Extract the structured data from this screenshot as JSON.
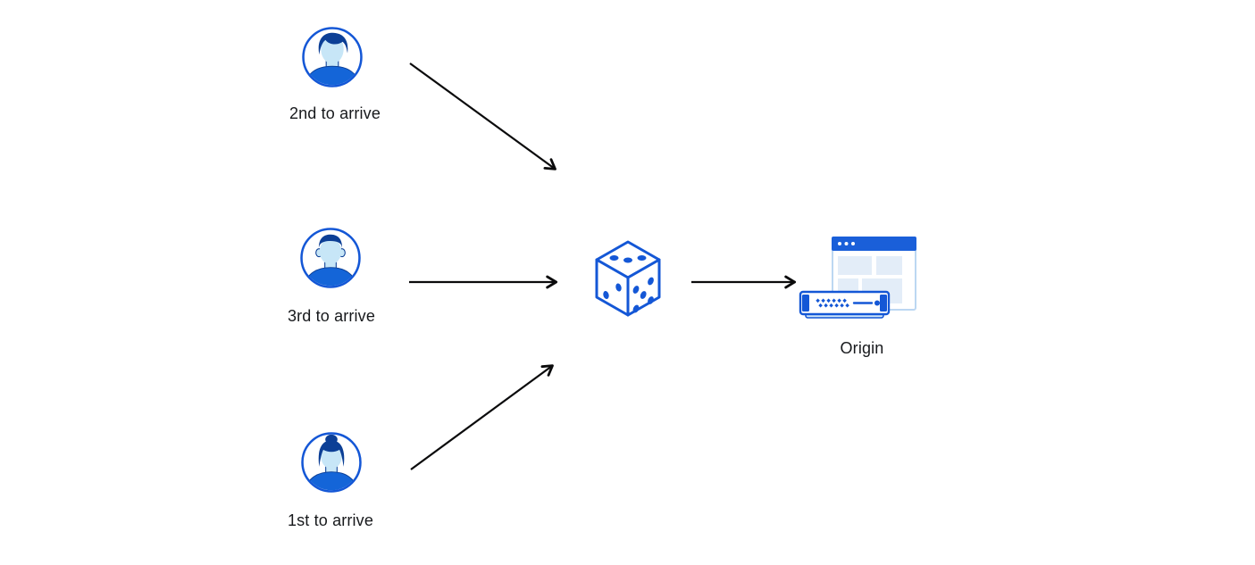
{
  "page": {
    "background": "#ffffff"
  },
  "colors": {
    "background": "#ffffff",
    "accent": "#1457d6",
    "dark_hair": "#0c3f96",
    "face": "#c7e6f7",
    "shirt": "#1465d8",
    "titlebar": "#1a5fd9",
    "window_border": "#bcd7f2",
    "pale_block": "#e3edf8",
    "server_base": "#cfe6f8",
    "arrow": "#0b0b0c",
    "label_text": "#17191c"
  },
  "icons": {
    "visitor_top": "user-avatar-male-icon",
    "visitor_middle": "user-avatar-male-icon",
    "visitor_bottom": "user-avatar-female-icon",
    "randomizer": "dice-icon",
    "origin": "origin-server-browser-icon"
  },
  "nodes": {
    "visitor_top": {
      "label": "2nd to arrive"
    },
    "visitor_middle": {
      "label": "3rd to arrive"
    },
    "visitor_bottom": {
      "label": "1st to arrive"
    },
    "origin": {
      "label": "Origin"
    }
  },
  "dice": {
    "top_pips": 3,
    "left_pips": 2,
    "right_pips": 5
  }
}
